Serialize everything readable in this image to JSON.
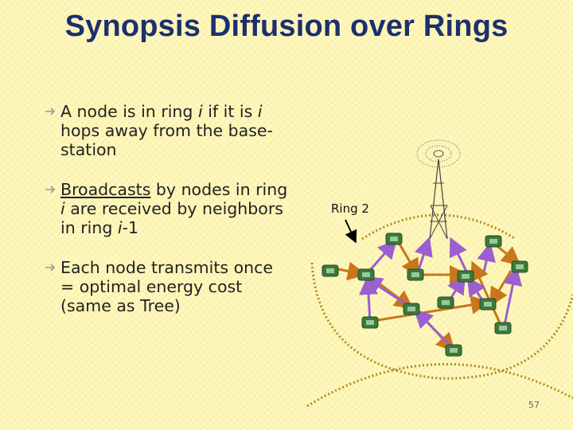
{
  "title": "Synopsis Diffusion over Rings",
  "bullets": [
    {
      "pre": "A node is in ring ",
      "ital": "i",
      "post": " if it is ",
      "ital2": "i",
      "post2": " hops away from the base-station"
    },
    {
      "underlined": "Broadcasts",
      "pre": " by nodes in ring ",
      "ital": "i",
      "post": " are received by neighbors in ring ",
      "ital2": "i",
      "post2": "-1"
    },
    {
      "text": "Each node transmits once = optimal energy cost (same as Tree)"
    }
  ],
  "diagram": {
    "ring_label": "Ring 2",
    "colors": {
      "ring": "#b08a1e",
      "arrow_orange": "#c9761c",
      "arrow_purple": "#9b5fd0",
      "node": "#3a7a3a"
    }
  },
  "page_number": "57"
}
